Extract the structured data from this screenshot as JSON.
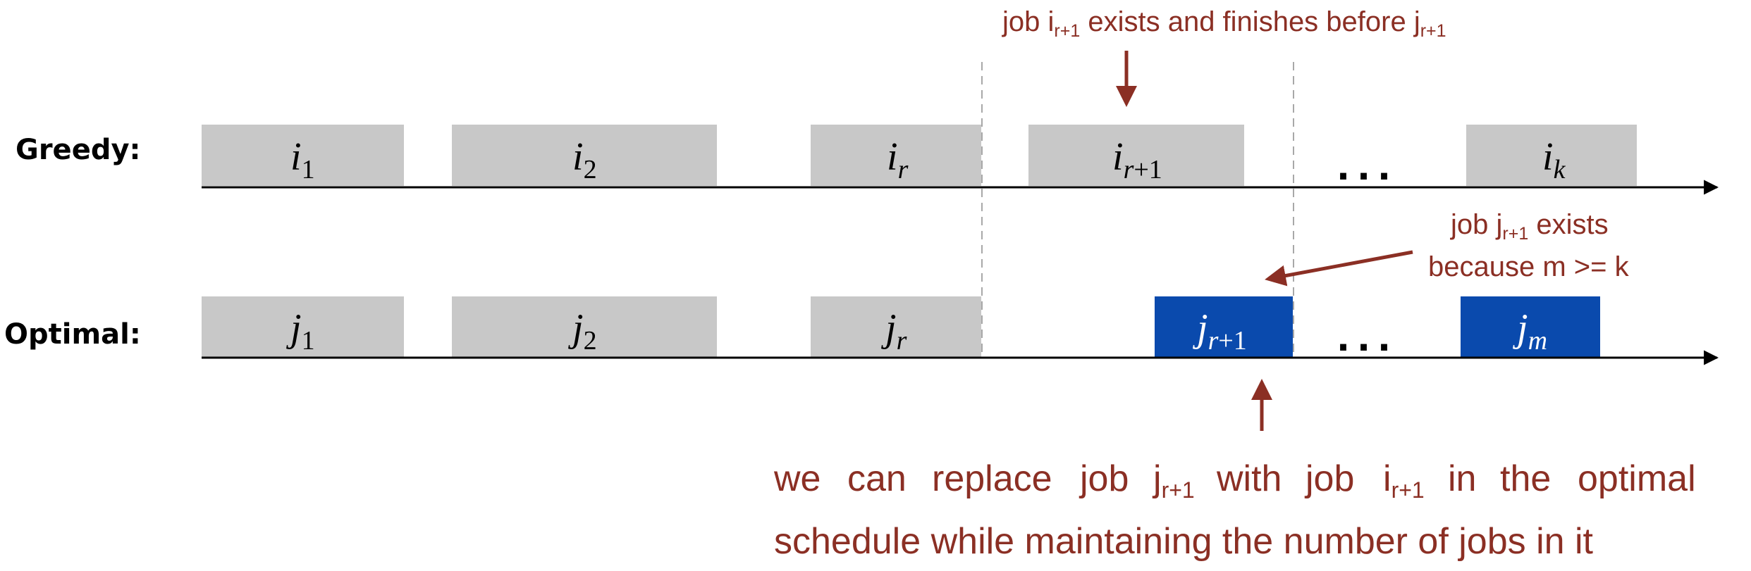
{
  "labels": {
    "greedy": "Greedy:",
    "optimal": "Optimal:"
  },
  "greedy_jobs": [
    {
      "var": "i",
      "sub": "1",
      "sub_italic": false
    },
    {
      "var": "i",
      "sub": "2",
      "sub_italic": false
    },
    {
      "var": "i",
      "sub": "r",
      "sub_italic": true
    },
    {
      "var": "i",
      "sub": "r",
      "sub_tail": "+1",
      "sub_italic": true
    },
    {
      "var": "i",
      "sub": "k",
      "sub_italic": true
    }
  ],
  "optimal_jobs": [
    {
      "var": "j",
      "sub": "1",
      "sub_italic": false
    },
    {
      "var": "j",
      "sub": "2",
      "sub_italic": false
    },
    {
      "var": "j",
      "sub": "r",
      "sub_italic": true
    },
    {
      "var": "j",
      "sub": "r",
      "sub_tail": "+1",
      "sub_italic": true,
      "highlight": true
    },
    {
      "var": "j",
      "sub": "m",
      "sub_italic": true,
      "highlight": true
    }
  ],
  "ellipsis": "...",
  "annotations": {
    "top": {
      "t1": "job i",
      "s1": "r+1",
      "t2": " exists and finishes before j",
      "s2": "r+1"
    },
    "side_line1": {
      "t1": "job j",
      "s1": "r+1",
      "t2": " exists"
    },
    "side_line2": "because m >= k",
    "bottom_line1": {
      "w1": "we",
      "w2": "can",
      "w3": "replace",
      "w4": "job",
      "w5": "j",
      "w5s": "r+1",
      "w6": "with",
      "w7": "job",
      "w8": "i",
      "w8s": "r+1",
      "w9": "in",
      "w10": "the",
      "w11": "optimal"
    },
    "bottom_line2": "schedule while maintaining the number of jobs in it"
  },
  "colors": {
    "job_fill": "#c8c8c8",
    "highlight_fill": "#0a4aad",
    "annotation": "#8b2f24",
    "divider": "#a8a8a8"
  }
}
